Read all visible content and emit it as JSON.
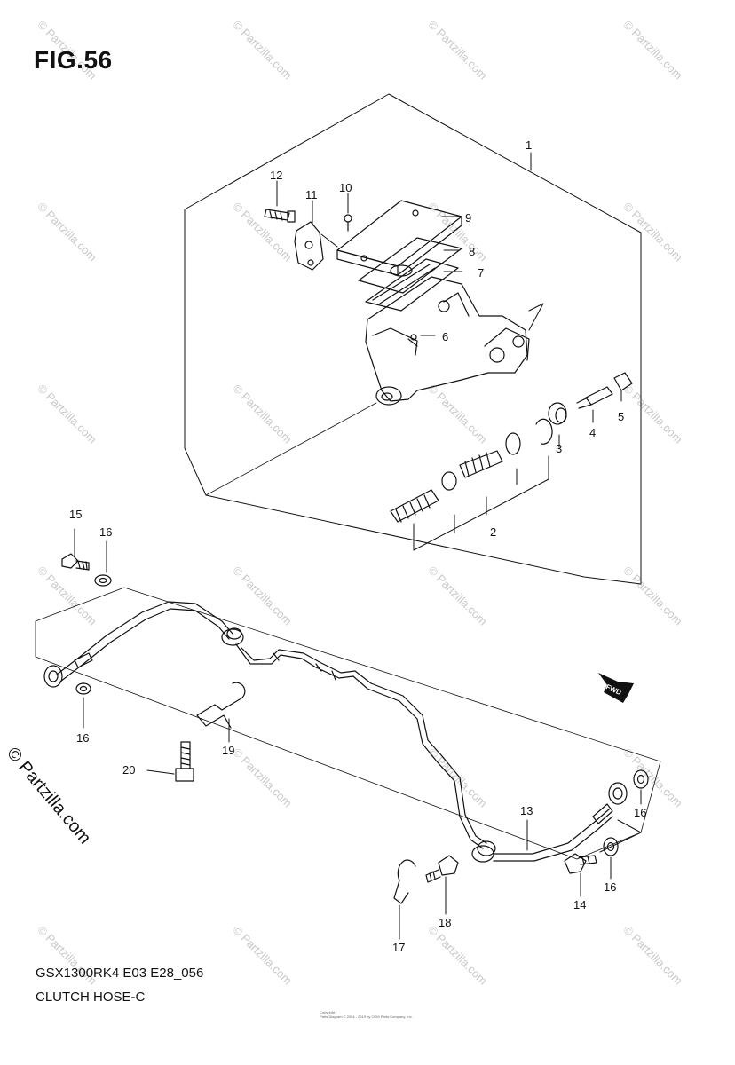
{
  "figure": {
    "title": "FIG.56",
    "model_code": "GSX1300RK4 E03 E28_056",
    "section_name": "CLUTCH HOSE-C",
    "fwd_label": "FWD",
    "copyright_small": "Copyright\nParts Diagram © 2004 - 2019 by OEM Parts Company, Inc."
  },
  "watermark": {
    "side_text": "© Partzilla.com",
    "tile_text": "© Partzilla.com"
  },
  "callouts": {
    "c1": "1",
    "c2": "2",
    "c3": "3",
    "c4": "4",
    "c5": "5",
    "c6": "6",
    "c7": "7",
    "c8": "8",
    "c9": "9",
    "c10": "10",
    "c11": "11",
    "c12": "12",
    "c13": "13",
    "c14": "14",
    "c15": "15",
    "c16a": "16",
    "c16b": "16",
    "c16c": "16",
    "c16d": "16",
    "c17": "17",
    "c18": "18",
    "c19": "19",
    "c20": "20"
  }
}
